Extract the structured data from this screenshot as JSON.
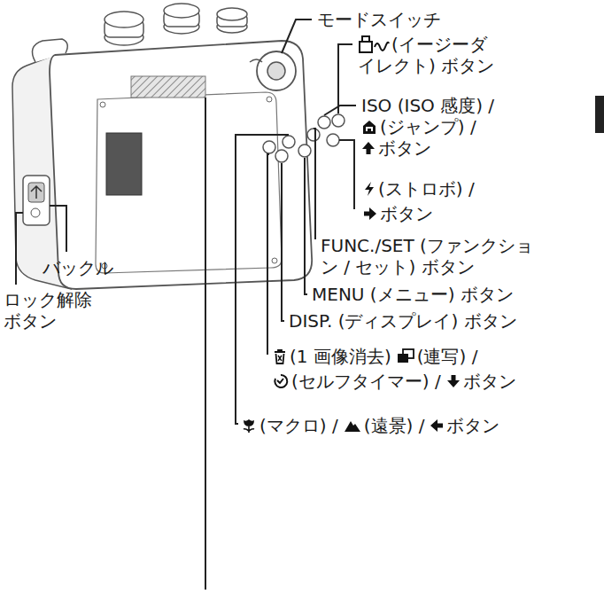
{
  "diagram": {
    "labels": [
      "モードスイッチ",
      "(イージーダイレクト) ボタン",
      "ISO (ISO 感度) /",
      "(ジャンプ) /",
      "ボタン",
      "(ストロボ) /",
      "ボタン",
      "FUNC./SET (ファンクション / セット) ボタン",
      "MENU (メニュー) ボタン",
      "DISP. (ディスプレイ) ボタン",
      "(1 画像消去)",
      "(連写) /",
      "(セルフタイマー) /",
      "ボタン",
      "(マクロ) /",
      "(遠景) /",
      "ボタン",
      "バックル",
      "ロック解除ボタン"
    ]
  }
}
